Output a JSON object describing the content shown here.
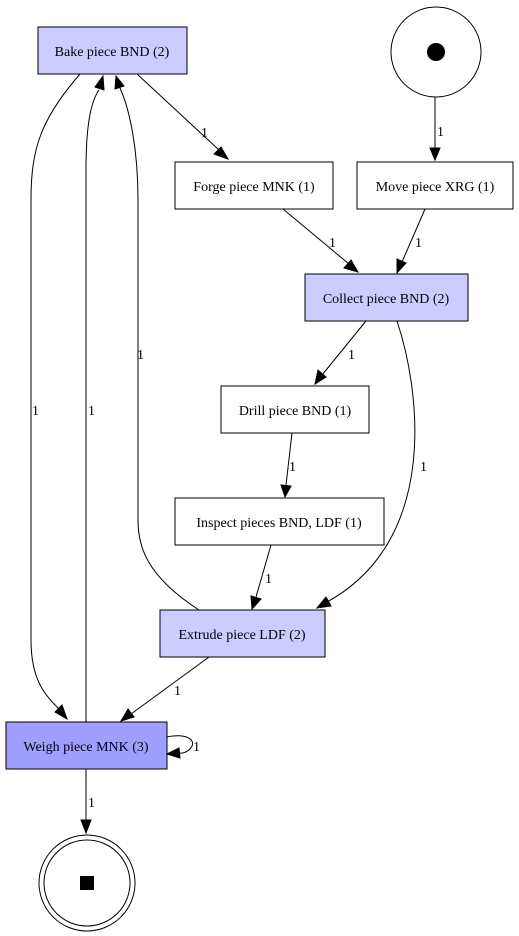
{
  "nodes": {
    "bake": {
      "label": "Bake piece BND (2)",
      "fill": "#ccccff"
    },
    "forge": {
      "label": "Forge piece MNK (1)",
      "fill": "#ffffff"
    },
    "move": {
      "label": "Move piece XRG (1)",
      "fill": "#ffffff"
    },
    "collect": {
      "label": "Collect piece BND (2)",
      "fill": "#ccccff"
    },
    "drill": {
      "label": "Drill piece BND (1)",
      "fill": "#ffffff"
    },
    "inspect": {
      "label": "Inspect pieces BND, LDF (1)",
      "fill": "#ffffff"
    },
    "extrude": {
      "label": "Extrude piece LDF (2)",
      "fill": "#ccccff"
    },
    "weigh": {
      "label": "Weigh piece MNK (3)",
      "fill": "#9f9fff"
    }
  },
  "edges": {
    "bake_forge": "1",
    "start_move": "1",
    "forge_collect": "1",
    "move_collect": "1",
    "collect_drill": "1",
    "collect_extrude": "1",
    "drill_inspect": "1",
    "inspect_extrude": "1",
    "extrude_bake": "1",
    "extrude_weigh": "1",
    "bake_weigh": "1",
    "weigh_bake": "1",
    "weigh_self": "1",
    "weigh_end": "1"
  }
}
